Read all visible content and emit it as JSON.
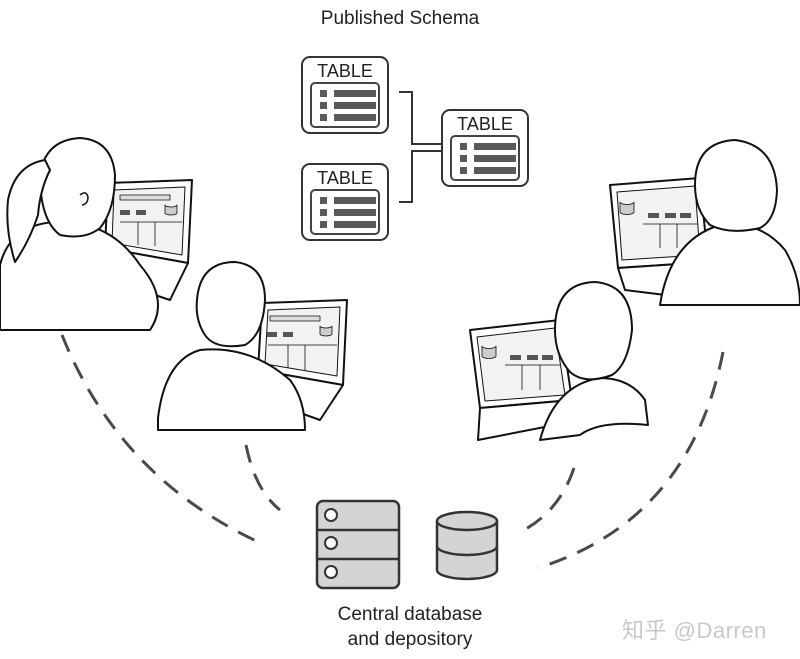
{
  "title": "Published Schema",
  "schema": {
    "tables": [
      {
        "label": "TABLE",
        "rows": 3
      },
      {
        "label": "TABLE",
        "rows": 3
      },
      {
        "label": "TABLE",
        "rows": 3
      }
    ]
  },
  "database": {
    "caption_line1": "Central database",
    "caption_line2": "and depository",
    "server_slots": 3
  },
  "users": [
    {
      "name": "woman-with-ponytail",
      "position": "top-left"
    },
    {
      "name": "man-short-hair",
      "position": "middle-left"
    },
    {
      "name": "man-balding",
      "position": "top-right"
    },
    {
      "name": "woman-short-hair",
      "position": "middle-right"
    }
  ],
  "watermark": "知乎 @Darren",
  "colors": {
    "line": "#333333",
    "fill_gray": "#d4d4d4",
    "dash": "#4a4a4a",
    "watermark": "#c8c8c8"
  }
}
